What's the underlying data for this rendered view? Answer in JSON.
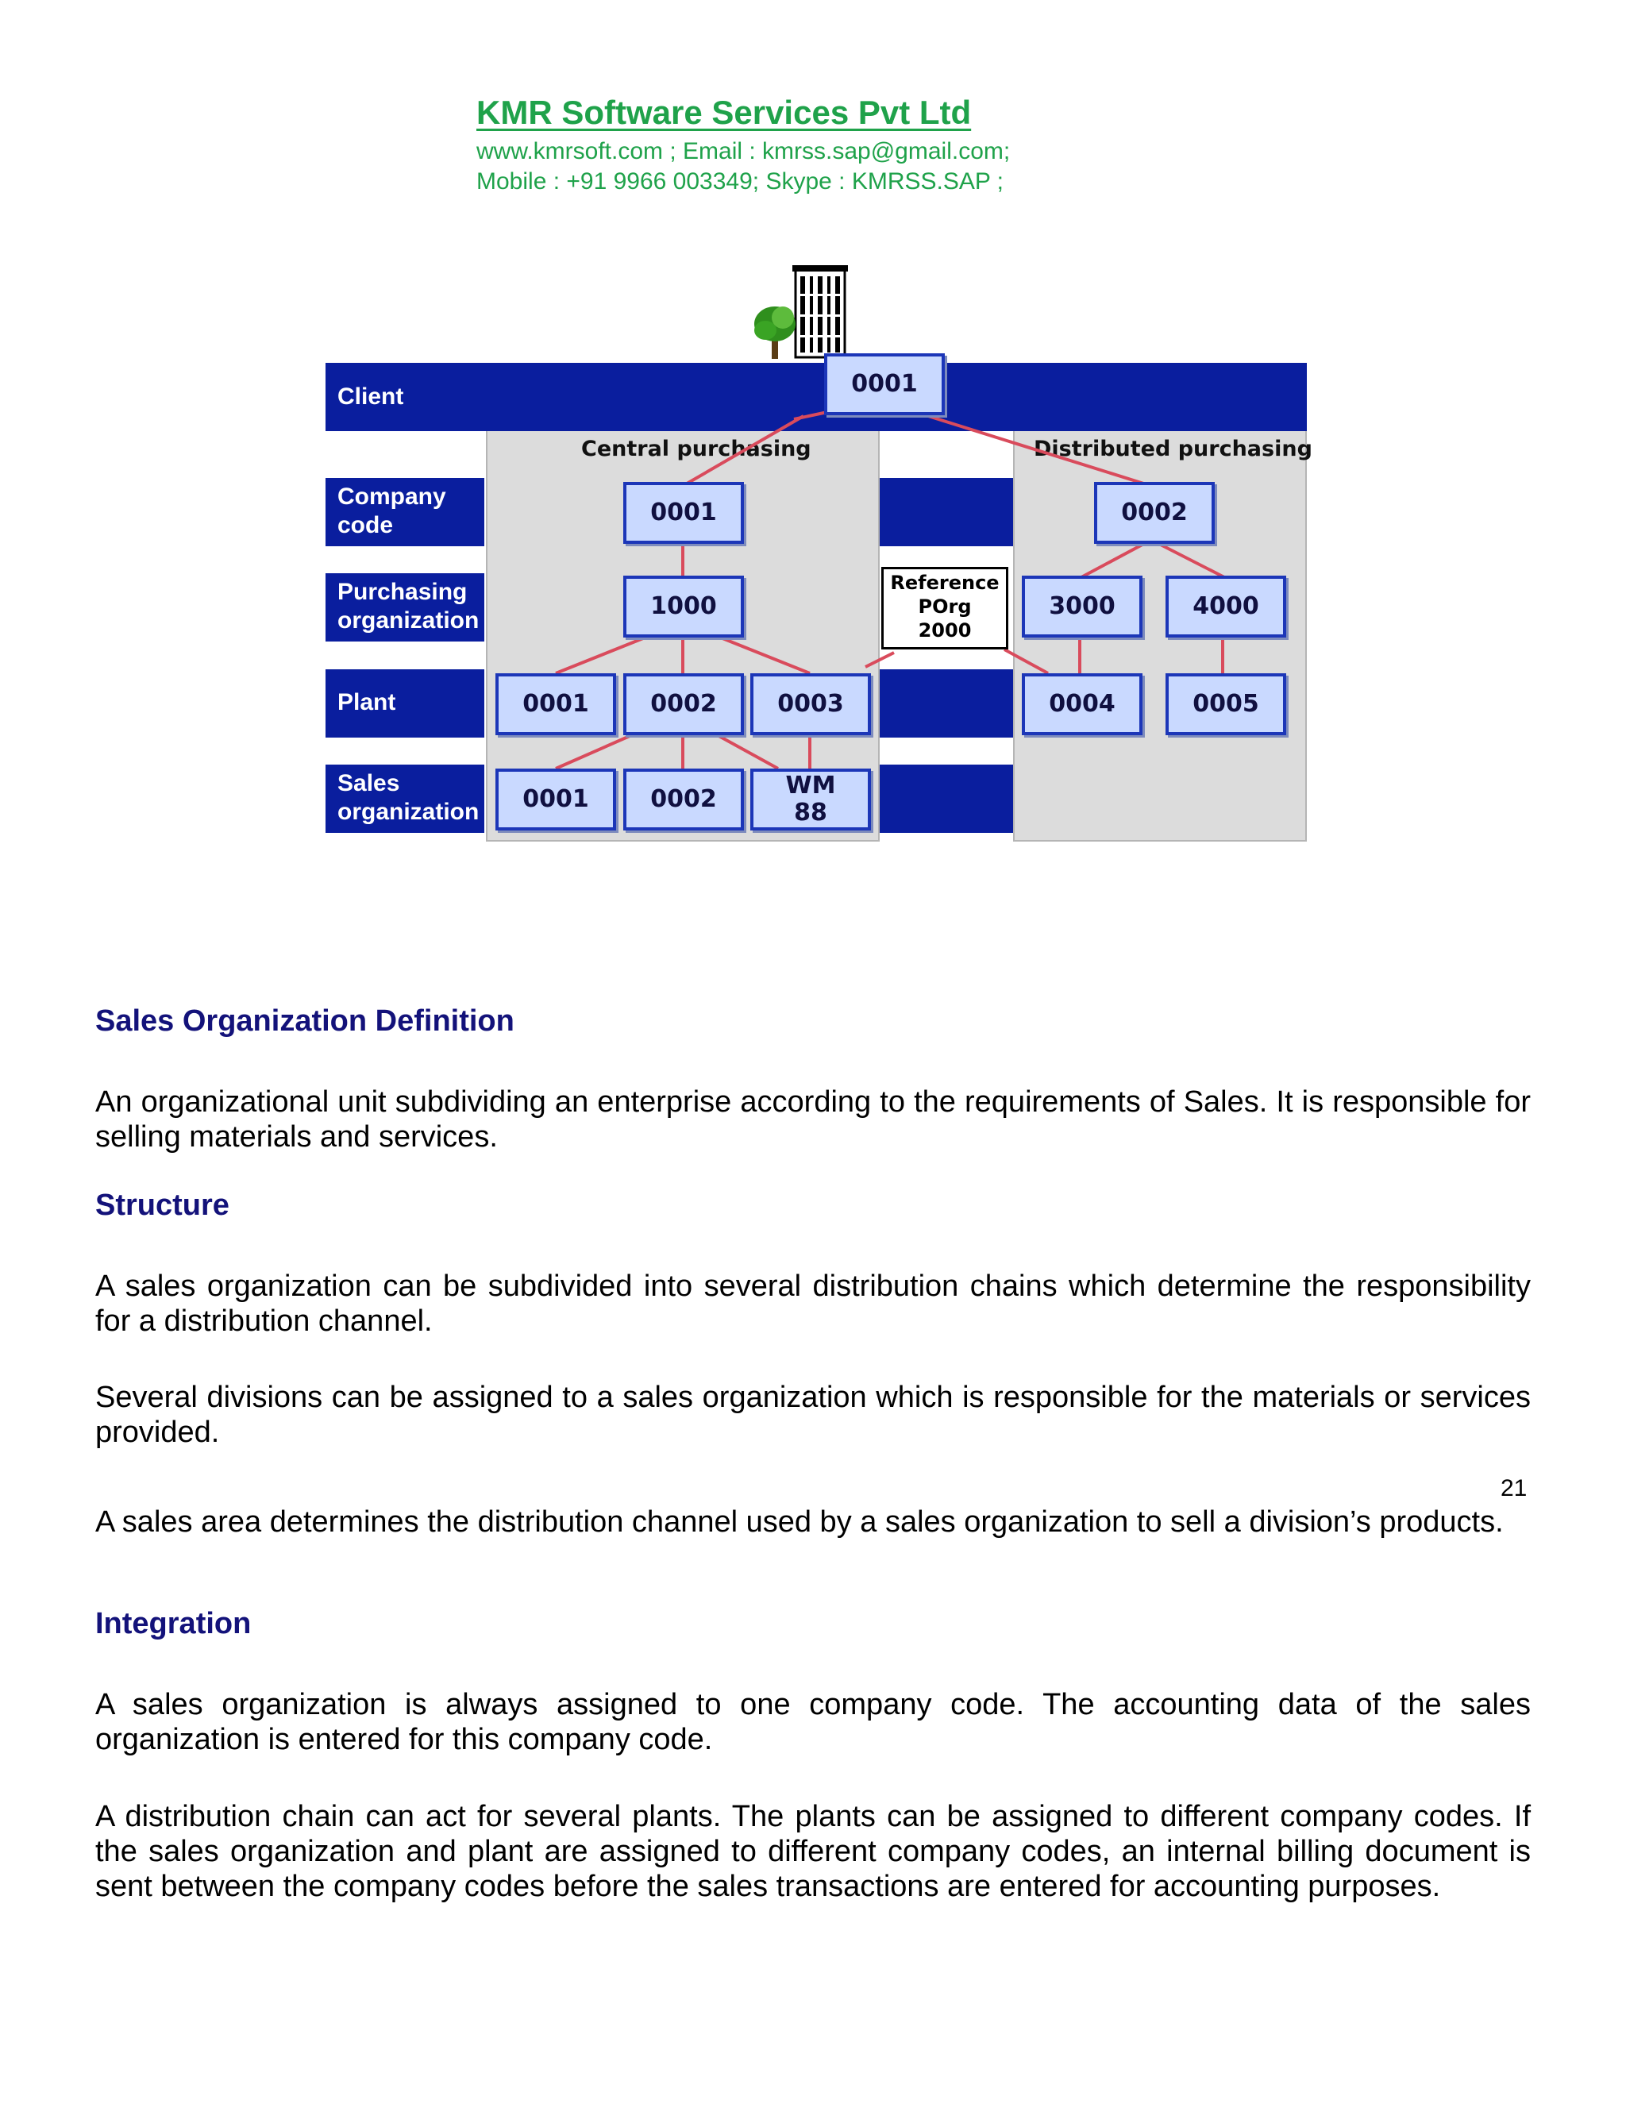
{
  "header": {
    "company": "KMR Software Services Pvt Ltd",
    "contact_line1": "www.kmrsoft.com ; Email : kmrss.sap@gmail.com;",
    "contact_line2": "Mobile : +91 9966 003349; Skype : KMRSS.SAP ;"
  },
  "diagram": {
    "row_labels": {
      "client": "Client",
      "company_code_1": "Company",
      "company_code_2": "code",
      "purchasing_org_1": "Purchasing",
      "purchasing_org_2": "organization",
      "plant": "Plant",
      "sales_org_1": "Sales",
      "sales_org_2": "organization"
    },
    "section_labels": {
      "central": "Central purchasing",
      "distributed": "Distributed purchasing"
    },
    "nodes": {
      "client": "0001",
      "cc_central": "0001",
      "cc_distributed": "0002",
      "porg_central": "1000",
      "porg_3000": "3000",
      "porg_4000": "4000",
      "plant_0001": "0001",
      "plant_0002": "0002",
      "plant_0003": "0003",
      "plant_0004": "0004",
      "plant_0005": "0005",
      "sorg_0001": "0001",
      "sorg_0002": "0002",
      "sorg_wm_1": "WM",
      "sorg_wm_2": "88"
    },
    "reference": {
      "line1": "Reference",
      "line2": "POrg",
      "line3": "2000"
    }
  },
  "sections": {
    "h1": "Sales Organization  Definition",
    "p1": "An organizational unit subdividing an enterprise according to the requirements of Sales. It is responsible for selling materials and services.",
    "h2": "Structure",
    "p2": "A sales organization can be subdivided into several distribution chains which determine the responsibility for a distribution channel.",
    "p3": "Several divisions can be assigned to a sales organization which is responsible for the materials or services provided.",
    "page_number": "21",
    "p4": "A sales area determines the distribution channel used by a sales organization to sell a division’s products.",
    "h3": "Integration",
    "p5": "A sales organization is always assigned to one company code. The accounting data of the sales organization is entered for this company code.",
    "p6": "A distribution chain can act for several plants. The plants can be assigned to different company codes. If the sales organization and plant are assigned to different company codes, an internal billing document is sent between the company codes before the sales transactions are entered for accounting purposes."
  }
}
